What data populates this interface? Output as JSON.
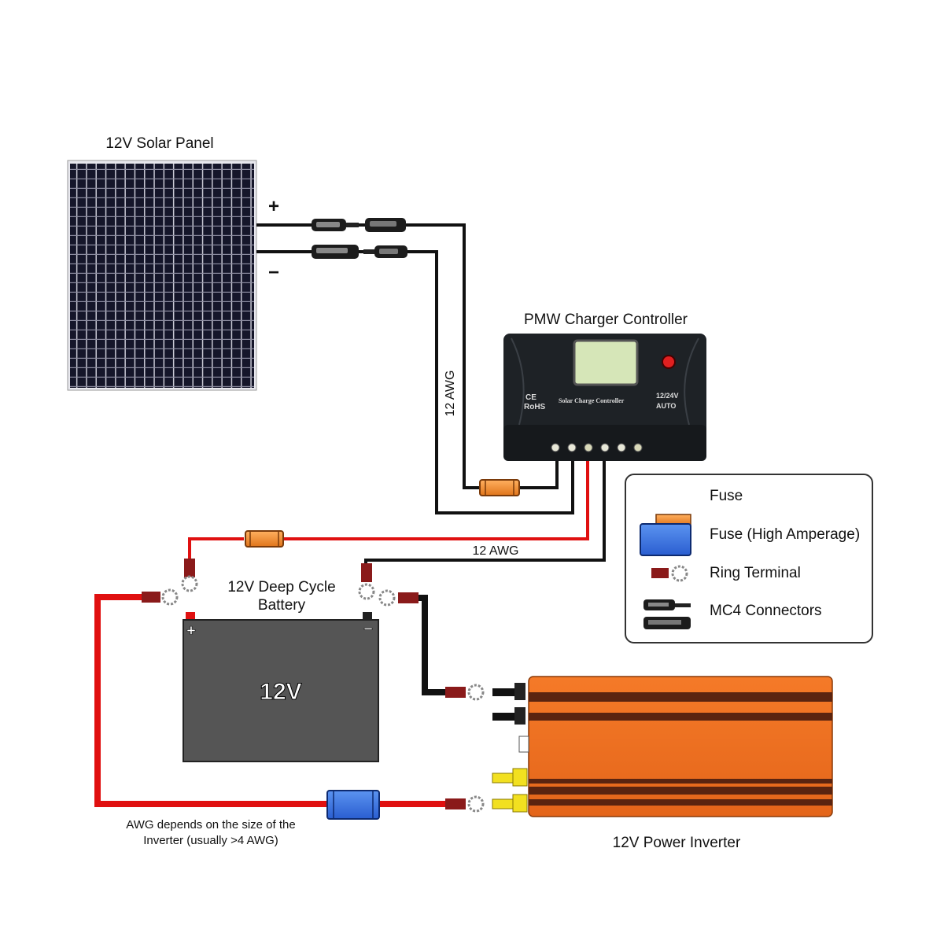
{
  "labels": {
    "solar_panel": "12V Solar Panel",
    "plus_sign": "+",
    "minus_sign": "−",
    "controller_title": "PMW Charger Controller",
    "controller_face_ce": "CE",
    "controller_face_rohs": "RoHS",
    "controller_face_name": "Solar Charge Controller",
    "controller_face_voltage": "12/24V",
    "controller_face_auto": "AUTO",
    "wire_gauge_vertical": "12 AWG",
    "wire_gauge_horizontal": "12 AWG",
    "battery_title_line1": "12V Deep Cycle",
    "battery_title_line2": "Battery",
    "battery_face": "12V",
    "battery_plus": "+",
    "battery_minus": "−",
    "inverter_cable_note_line1": "AWG depends on the size of the",
    "inverter_cable_note_line2": "Inverter (usually >4 AWG)",
    "inverter_title": "12V Power Inverter"
  },
  "legend": {
    "items": [
      {
        "label": "Fuse",
        "icon": "fuse-icon"
      },
      {
        "label": "Fuse (High Amperage)",
        "icon": "high-amperage-fuse-icon"
      },
      {
        "label": "Ring Terminal",
        "icon": "ring-terminal-icon"
      },
      {
        "label": "MC4 Connectors",
        "icon": "mc4-connector-icon"
      }
    ]
  },
  "colors": {
    "wire_positive": "#e01010",
    "wire_negative": "#111111",
    "fuse": "#f08a24",
    "fuse_high_amp": "#2f6fe0",
    "ring_terminal": "#8a1a1a",
    "inverter_body": "#f07020",
    "battery_body": "#555555",
    "controller_body": "#1e2226",
    "lcd": "#d6e6b8",
    "led": "#e02020",
    "solar_cell": "#141528"
  }
}
